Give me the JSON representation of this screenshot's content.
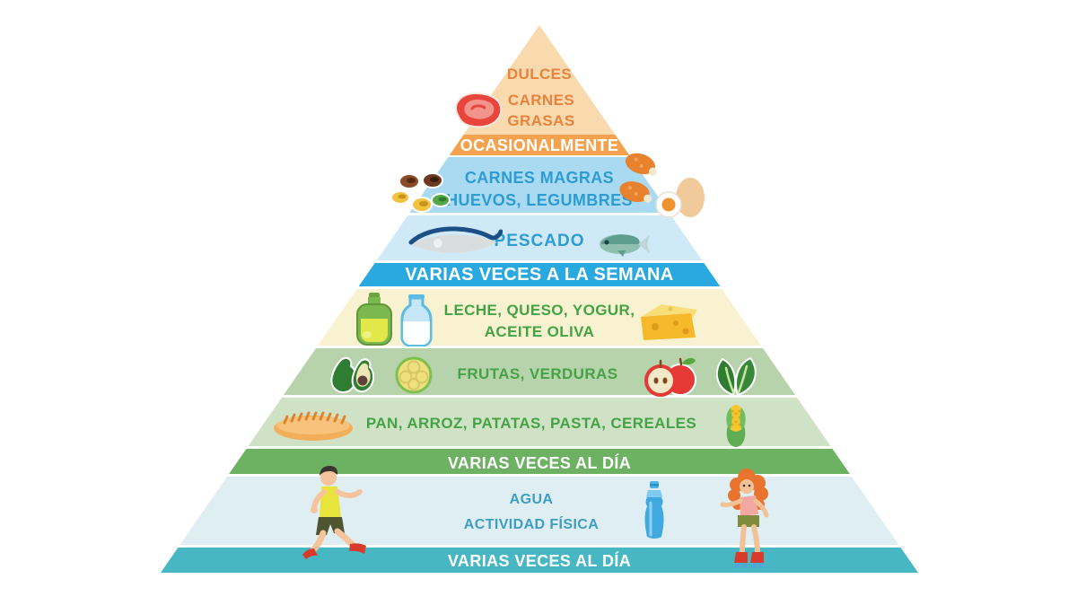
{
  "pyramid": {
    "levels": {
      "dulces": {
        "label": "DULCES"
      },
      "carnes_grasas": {
        "line1": "CARNES",
        "line2": "GRASAS"
      },
      "ocasionalmente": {
        "label": "OCASIONALMENTE"
      },
      "carnes_magras": {
        "line1": "CARNES MAGRAS",
        "line2": "HUEVOS, LEGUMBRES"
      },
      "pescado": {
        "label": "PESCADO"
      },
      "varias_veces_semana": {
        "label": "VARIAS VECES A LA SEMANA"
      },
      "lacteos": {
        "line1": "LECHE, QUESO, YOGUR,",
        "line2": "ACEITE OLIVA"
      },
      "frutas_verduras": {
        "label": "FRUTAS, VERDURAS"
      },
      "cereales": {
        "label": "PAN, ARROZ, PATATAS, PASTA, CEREALES"
      },
      "varias_veces_dia_1": {
        "label": "VARIAS VECES AL DÍA"
      },
      "agua": {
        "line1": "AGUA",
        "line2": "ACTIVIDAD FÍSICA"
      },
      "varias_veces_dia_2": {
        "label": "VARIAS VECES AL DÍA"
      }
    },
    "icons": [
      "steak-icon",
      "legumes-icon",
      "chicken-drumsticks-icon",
      "eggs-icon",
      "fish-icon",
      "mackerel-icon",
      "olive-oil-bottle-icon",
      "milk-bottle-icon",
      "cheese-wedge-icon",
      "avocado-icon",
      "cauliflower-icon",
      "apples-icon",
      "spinach-icon",
      "baguette-icon",
      "corn-cob-icon",
      "runner-icon",
      "water-bottle-icon",
      "roller-skater-icon"
    ],
    "colors": {
      "peach_band": "#F9D9AE",
      "orange_banner": "#F3A350",
      "blue_band": "#A9DAF2",
      "light_blue_band": "#CFE9F6",
      "blue_banner": "#2AA9E0",
      "yellow_band": "#F8F2D0",
      "green_band": "#B7D3AB",
      "light_green_band": "#CFE2C6",
      "green_banner": "#6DB163",
      "pale_blue_band": "#DFEEF3",
      "teal_banner": "#47B7C4",
      "orange_text": "#E8833C",
      "blue_text": "#2D9CD3",
      "green_text": "#44A344",
      "aqua_text": "#3D9EC1",
      "banner_text": "#FFFFFF"
    }
  }
}
